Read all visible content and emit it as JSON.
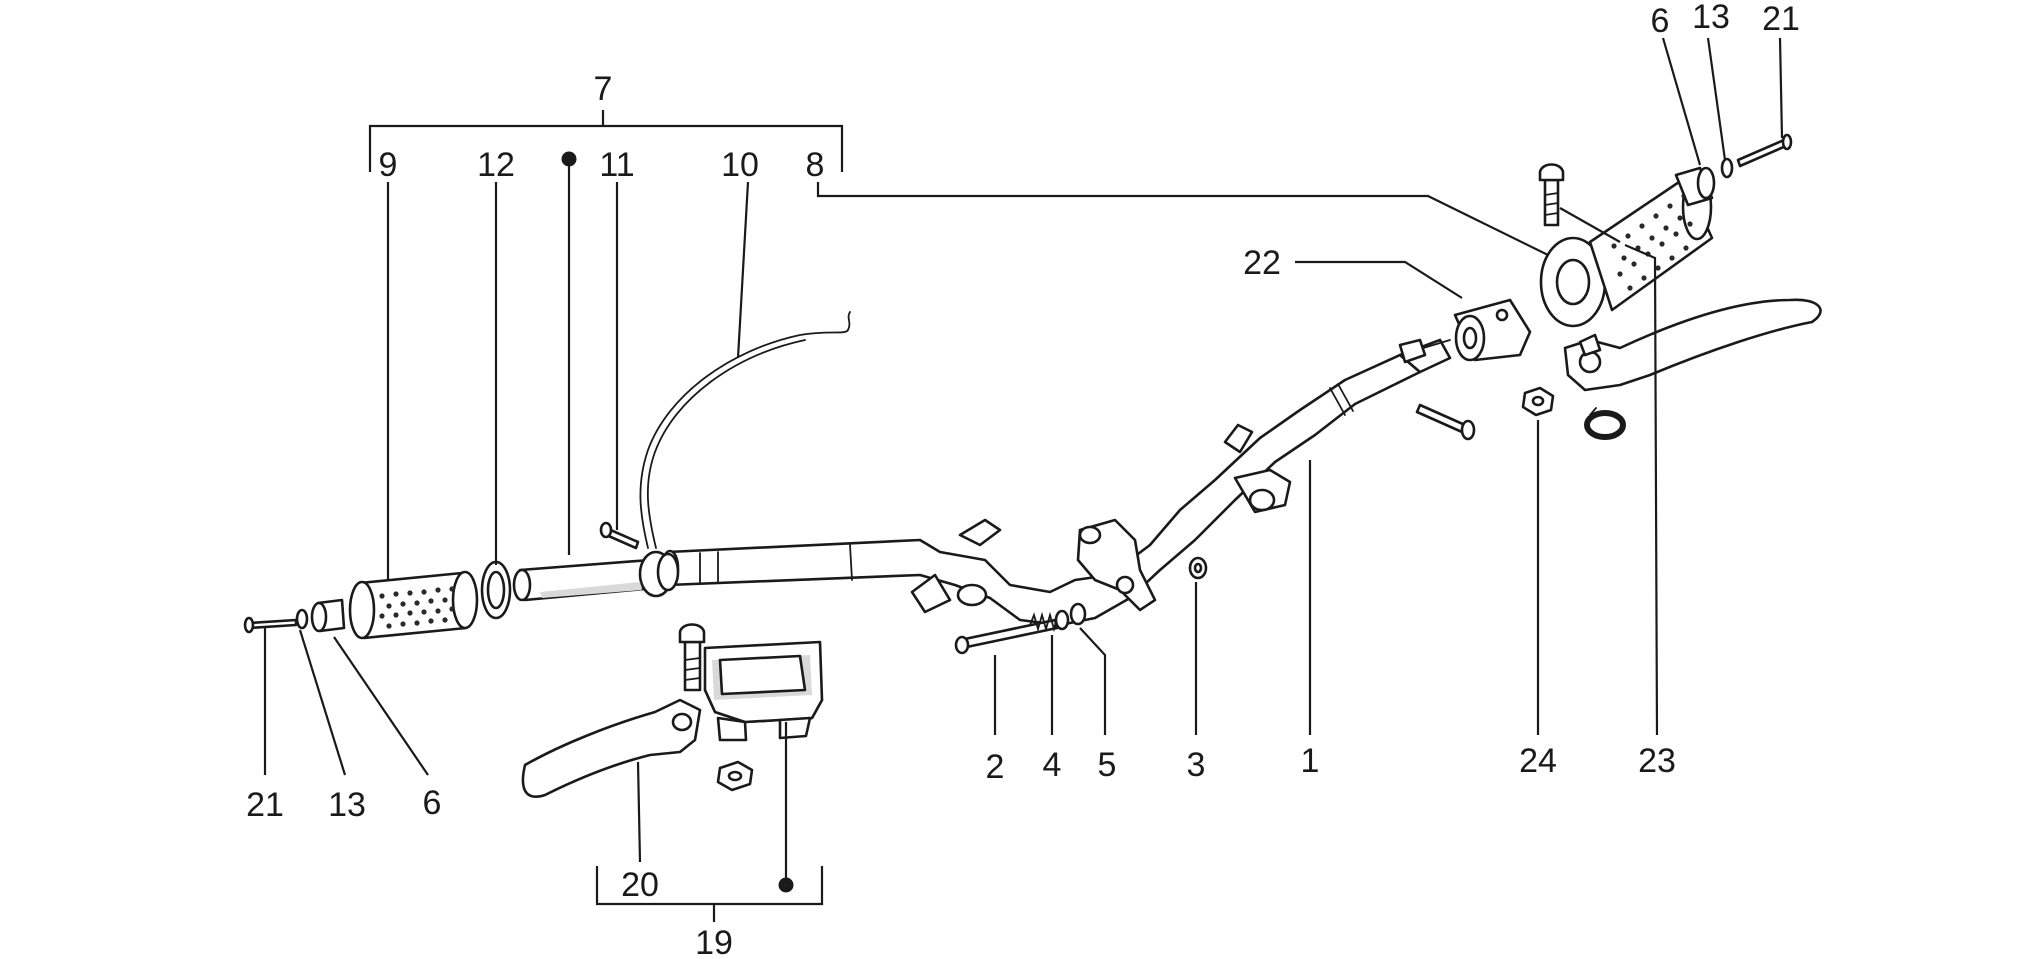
{
  "diagram": {
    "colors": {
      "ink": "#1a1a1a",
      "background": "#ffffff"
    },
    "callouts": {
      "c7": "7",
      "c9": "9",
      "c12": "12",
      "c11": "11",
      "c10": "10",
      "c8": "8",
      "c6r": "6",
      "c13r": "13",
      "c21r": "21",
      "c22": "22",
      "c23": "23",
      "c24": "24",
      "c1": "1",
      "c3": "3",
      "c5": "5",
      "c4": "4",
      "c2": "2",
      "c21l": "21",
      "c13l": "13",
      "c6l": "6",
      "c20": "20",
      "c19": "19"
    }
  }
}
